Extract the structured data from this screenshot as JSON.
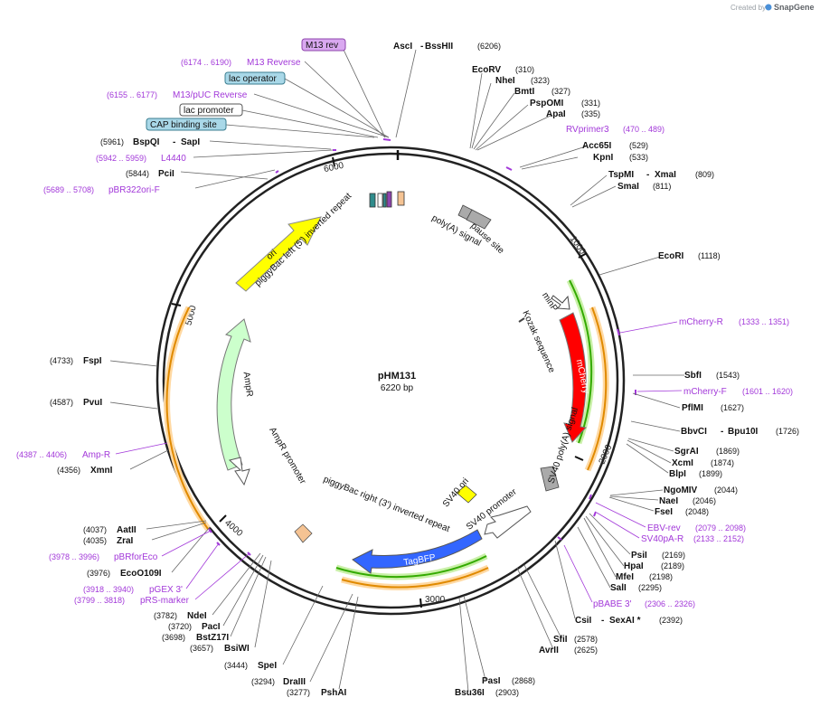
{
  "credit": {
    "created_by": "Created by",
    "brand": "SnapGene"
  },
  "plasmid": {
    "name": "pHM131",
    "length_label": "6220 bp",
    "length": 6220
  },
  "ticks": [
    "1000",
    "2000",
    "3000",
    "4000",
    "5000",
    "6000"
  ],
  "boxed_labels": [
    {
      "id": "m13rev",
      "text": "M13 rev",
      "fill": "#d9a8f0",
      "stroke": "#8e44ad"
    },
    {
      "id": "lacop",
      "text": "lac operator",
      "fill": "#a9d8e8",
      "stroke": "#3a7d8f"
    },
    {
      "id": "lacprom",
      "text": "lac promoter",
      "fill": "#ffffff",
      "stroke": "#555555"
    },
    {
      "id": "cap",
      "text": "CAP binding site",
      "fill": "#a9d8e8",
      "stroke": "#3a7d8f"
    }
  ],
  "sites_top": [
    {
      "name": "AscI",
      "extra": "BssHII",
      "pos": "(6206)"
    },
    {
      "name": "EcoRV",
      "extra": "",
      "pos": "(310)"
    },
    {
      "name": "NheI",
      "extra": "",
      "pos": "(323)"
    },
    {
      "name": "BmtI",
      "extra": "",
      "pos": "(327)"
    },
    {
      "name": "PspOMI",
      "extra": "",
      "pos": "(331)"
    },
    {
      "name": "ApaI",
      "extra": "",
      "pos": "(335)"
    }
  ],
  "sites_right": [
    {
      "name": "Acc65I",
      "extra": "",
      "pos": "(529)"
    },
    {
      "name": "KpnI",
      "extra": "",
      "pos": "(533)"
    },
    {
      "name": "TspMI",
      "extra": "XmaI",
      "pos": "(809)"
    },
    {
      "name": "SmaI",
      "extra": "",
      "pos": "(811)"
    },
    {
      "name": "EcoRI",
      "extra": "",
      "pos": "(1118)"
    },
    {
      "name": "SbfI",
      "extra": "",
      "pos": "(1543)"
    },
    {
      "name": "PflMI",
      "extra": "",
      "pos": "(1627)"
    },
    {
      "name": "BbvCI",
      "extra": "Bpu10I",
      "pos": "(1726)"
    },
    {
      "name": "SgrAI",
      "extra": "",
      "pos": "(1869)"
    },
    {
      "name": "XcmI",
      "extra": "",
      "pos": "(1874)"
    },
    {
      "name": "BlpI",
      "extra": "",
      "pos": "(1899)"
    },
    {
      "name": "NgoMIV",
      "extra": "",
      "pos": "(2044)"
    },
    {
      "name": "NaeI",
      "extra": "",
      "pos": "(2046)"
    },
    {
      "name": "FseI",
      "extra": "",
      "pos": "(2048)"
    },
    {
      "name": "PsiI",
      "extra": "",
      "pos": "(2169)"
    },
    {
      "name": "HpaI",
      "extra": "",
      "pos": "(2189)"
    },
    {
      "name": "MfeI",
      "extra": "",
      "pos": "(2198)"
    },
    {
      "name": "SalI",
      "extra": "",
      "pos": "(2295)"
    },
    {
      "name": "CsiI",
      "extra": "SexAI *",
      "pos": "(2392)"
    },
    {
      "name": "SfiI",
      "extra": "",
      "pos": "(2578)"
    },
    {
      "name": "AvrII",
      "extra": "",
      "pos": "(2625)"
    },
    {
      "name": "PasI",
      "extra": "",
      "pos": "(2868)"
    },
    {
      "name": "Bsu36I",
      "extra": "",
      "pos": "(2903)"
    }
  ],
  "sites_left": [
    {
      "name": "BspQI",
      "extra": "SapI",
      "pos": "(5961)"
    },
    {
      "name": "PciI",
      "extra": "",
      "pos": "(5844)"
    },
    {
      "name": "FspI",
      "extra": "",
      "pos": "(4733)"
    },
    {
      "name": "PvuI",
      "extra": "",
      "pos": "(4587)"
    },
    {
      "name": "XmnI",
      "extra": "",
      "pos": "(4356)"
    },
    {
      "name": "AatII",
      "extra": "",
      "pos": "(4037)"
    },
    {
      "name": "ZraI",
      "extra": "",
      "pos": "(4035)"
    },
    {
      "name": "EcoO109I",
      "extra": "",
      "pos": "(3976)"
    },
    {
      "name": "NdeI",
      "extra": "",
      "pos": "(3782)"
    },
    {
      "name": "PacI",
      "extra": "",
      "pos": "(3720)"
    },
    {
      "name": "BstZ17I",
      "extra": "",
      "pos": "(3698)"
    },
    {
      "name": "BsiWI",
      "extra": "",
      "pos": "(3657)"
    },
    {
      "name": "SpeI",
      "extra": "",
      "pos": "(3444)"
    },
    {
      "name": "DraIII",
      "extra": "",
      "pos": "(3294)"
    },
    {
      "name": "PshAI",
      "extra": "",
      "pos": "(3277)"
    }
  ],
  "primers": [
    {
      "name": "M13 Reverse",
      "pos": "(6174 .. 6190)"
    },
    {
      "name": "M13/pUC Reverse",
      "pos": "(6155 .. 6177)"
    },
    {
      "name": "L4440",
      "pos": "(5942 .. 5959)"
    },
    {
      "name": "pBR322ori-F",
      "pos": "(5689 .. 5708)"
    },
    {
      "name": "RVprimer3",
      "pos": "(470 .. 489)"
    },
    {
      "name": "mCherry-R",
      "pos": "(1333 .. 1351)"
    },
    {
      "name": "mCherry-F",
      "pos": "(1601 .. 1620)"
    },
    {
      "name": "EBV-rev",
      "pos": "(2079 .. 2098)"
    },
    {
      "name": "SV40pA-R",
      "pos": "(2133 .. 2152)"
    },
    {
      "name": "pBABE 3'",
      "pos": "(2306 .. 2326)"
    },
    {
      "name": "Amp-R",
      "pos": "(4387 .. 4406)"
    },
    {
      "name": "pBRforEco",
      "pos": "(3978 .. 3996)"
    },
    {
      "name": "pGEX 3'",
      "pos": "(3918 .. 3940)"
    },
    {
      "name": "pRS-marker",
      "pos": "(3799 .. 3818)"
    }
  ],
  "features": {
    "ori": "ori",
    "piggybac_left": "piggyBac left (5') inverted repeat",
    "polya_signal": "poly(A) signal",
    "pause_site": "pause site",
    "minp": "minP",
    "kozak": "Kozak sequence",
    "mcherry": "mCherry",
    "sv40_polya": "SV40 poly(A) signal",
    "ampr": "AmpR",
    "ampr_promoter": "AmpR promoter",
    "sv40_ori": "SV40 ori",
    "sv40_promoter": "SV40 promoter",
    "piggybac_right": "piggyBac right (3') inverted repeat",
    "tagbfp": "TagBFP"
  },
  "colors": {
    "ori": "#ffff00",
    "ampr": "#ccffcc",
    "mcherry": "#ff0000",
    "tagbfp": "#3366ff",
    "primer": "#a238d9",
    "orange_arc": "#ff9900",
    "green_arc": "#33aa00"
  }
}
